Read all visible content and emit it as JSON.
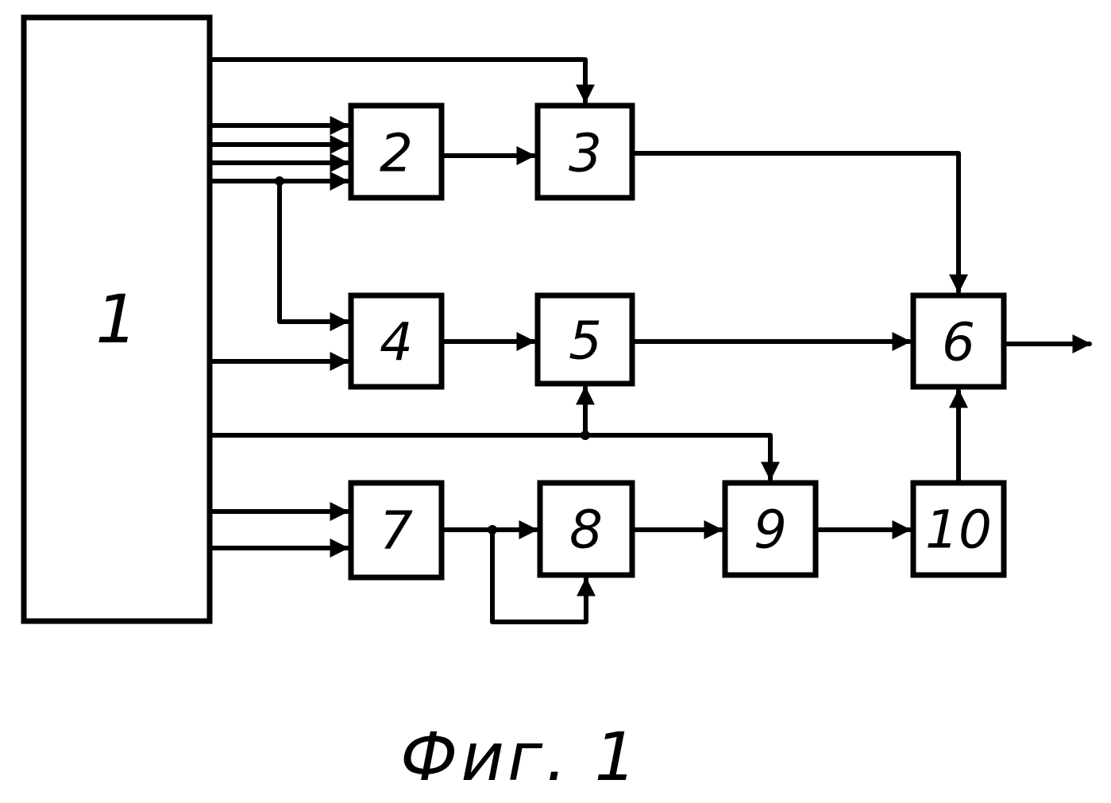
{
  "blocks": [
    {
      "id": "1",
      "label": "1"
    },
    {
      "id": "2",
      "label": "2"
    },
    {
      "id": "3",
      "label": "3"
    },
    {
      "id": "4",
      "label": "4"
    },
    {
      "id": "5",
      "label": "5"
    },
    {
      "id": "6",
      "label": "6"
    },
    {
      "id": "7",
      "label": "7"
    },
    {
      "id": "8",
      "label": "8"
    },
    {
      "id": "9",
      "label": "9"
    },
    {
      "id": "10",
      "label": "10"
    }
  ],
  "caption": "Фиг. 1",
  "colors": {
    "ink": "#000000",
    "paper": "#ffffff"
  }
}
